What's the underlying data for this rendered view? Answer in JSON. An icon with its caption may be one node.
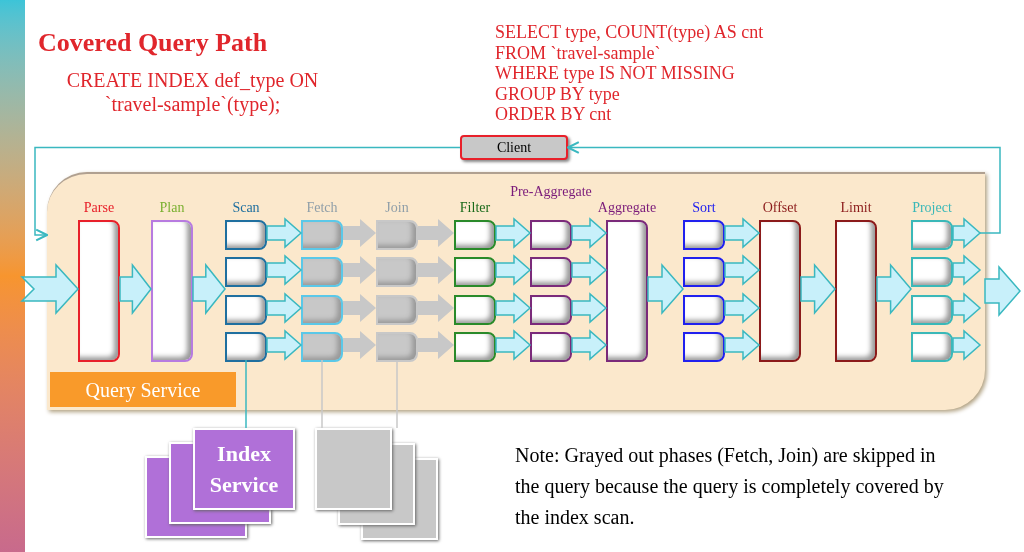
{
  "diagram": {
    "title": "Covered Query Path",
    "nodes": [
      {
        "text": [
          "Client"
        ]
      },
      {
        "text": [
          "Query Service"
        ]
      },
      {
        "text": [
          "Parse"
        ],
        "in": 1
      },
      {
        "text": [
          "Plan"
        ],
        "in": 1
      },
      {
        "text": [
          "Scan"
        ],
        "in": 1
      },
      {
        "text": [],
        "shape": "box",
        "in": 4
      },
      {
        "text": [],
        "shape": "box",
        "in": 4
      },
      {
        "text": [],
        "shape": "box",
        "in": 4
      },
      {
        "text": [],
        "shape": "box",
        "in": 4
      },
      {
        "text": [
          "Fetch"
        ],
        "in": 1
      },
      {
        "text": [],
        "shape": "box",
        "in": 9
      },
      {
        "text": [],
        "shape": "box",
        "in": 9
      },
      {
        "text": [],
        "shape": "box",
        "in": 9
      },
      {
        "text": [],
        "shape": "box",
        "in": 9
      },
      {
        "text": [
          "Join"
        ],
        "in": 1
      },
      {
        "text": [],
        "shape": "box",
        "in": 14
      },
      {
        "text": [],
        "shape": "box",
        "in": 14
      },
      {
        "text": [],
        "shape": "box",
        "in": 14
      },
      {
        "text": [],
        "shape": "box",
        "in": 14
      },
      {
        "text": [
          "Filter"
        ],
        "in": 1
      },
      {
        "text": [],
        "shape": "box",
        "in": 19
      },
      {
        "text": [],
        "shape": "box",
        "in": 19
      },
      {
        "text": [],
        "shape": "box",
        "in": 19
      },
      {
        "text": [],
        "shape": "box",
        "in": 19
      },
      {
        "text": [
          "Pre-Aggregate"
        ],
        "in": 1
      },
      {
        "text": [],
        "shape": "box",
        "in": 24
      },
      {
        "text": [],
        "shape": "box",
        "in": 24
      },
      {
        "text": [],
        "shape": "box",
        "in": 24
      },
      {
        "text": [],
        "shape": "box",
        "in": 24
      },
      {
        "text": [
          "Aggregate"
        ],
        "in": 1
      },
      {
        "text": [
          "Sort"
        ],
        "in": 1
      },
      {
        "text": [],
        "shape": "box",
        "in": 30
      },
      {
        "text": [],
        "shape": "box",
        "in": 30
      },
      {
        "text": [],
        "shape": "box",
        "in": 30
      },
      {
        "text": [],
        "shape": "box",
        "in": 30
      },
      {
        "text": [
          "Offset"
        ],
        "in": 1
      },
      {
        "text": [
          "Limit"
        ],
        "in": 1
      },
      {
        "text": [
          "Project"
        ],
        "in": 1
      },
      {
        "text": [],
        "shape": "box",
        "in": 37
      },
      {
        "text": [],
        "shape": "box",
        "in": 37
      },
      {
        "text": [],
        "shape": "box",
        "in": 37
      },
      {
        "text": [],
        "shape": "box",
        "in": 37
      },
      {
        "text": [
          "Index Service"
        ]
      },
      {
        "text": [],
        "shape": "box"
      },
      {
        "text": [],
        "shape": "bar"
      }
    ],
    "edges": [
      {
        "from": null,
        "to": 2,
        "arrow": "to",
        "style": "thick"
      },
      {
        "from": 2,
        "to": 3,
        "arrow": "to",
        "style": "thick"
      },
      {
        "from": 3,
        "to": 4,
        "arrow": "to",
        "style": "thick"
      },
      {
        "from": 5,
        "to": 10,
        "arrow": "to",
        "style": "thick"
      },
      {
        "from": 6,
        "to": 11,
        "arrow": "to",
        "style": "thick"
      },
      {
        "from": 7,
        "to": 12,
        "arrow": "to",
        "style": "thick"
      },
      {
        "from": 8,
        "to": 13,
        "arrow": "to",
        "style": "thick"
      },
      {
        "from": 10,
        "to": 15,
        "arrow": "to",
        "style": "thick",
        "color": "#c8c8c8"
      },
      {
        "from": 11,
        "to": 16,
        "arrow": "to",
        "style": "thick",
        "color": "#c8c8c8"
      },
      {
        "from": 12,
        "to": 17,
        "arrow": "to",
        "style": "thick",
        "color": "#c8c8c8"
      },
      {
        "from": 13,
        "to": 18,
        "arrow": "to",
        "style": "thick",
        "color": "#c8c8c8"
      },
      {
        "from": 15,
        "to": 20,
        "arrow": "to",
        "style": "thick",
        "color": "#c8c8c8"
      },
      {
        "from": 16,
        "to": 21,
        "arrow": "to",
        "style": "thick",
        "color": "#c8c8c8"
      },
      {
        "from": 17,
        "to": 22,
        "arrow": "to",
        "style": "thick",
        "color": "#c8c8c8"
      },
      {
        "from": 18,
        "to": 23,
        "arrow": "to",
        "style": "thick",
        "color": "#c8c8c8"
      },
      {
        "from": 20,
        "to": 25,
        "arrow": "to",
        "style": "thick"
      },
      {
        "from": 21,
        "to": 26,
        "arrow": "to",
        "style": "thick"
      },
      {
        "from": 22,
        "to": 27,
        "arrow": "to",
        "style": "thick"
      },
      {
        "from": 23,
        "to": 28,
        "arrow": "to",
        "style": "thick"
      },
      {
        "from": 25,
        "to": 29,
        "arrow": "to",
        "style": "thick"
      },
      {
        "from": 26,
        "to": 29,
        "arrow": "to",
        "style": "thick"
      },
      {
        "from": 27,
        "to": 29,
        "arrow": "to",
        "style": "thick"
      },
      {
        "from": 28,
        "to": 29,
        "arrow": "to",
        "style": "thick"
      },
      {
        "from": 29,
        "to": 30,
        "arrow": "to",
        "style": "thick"
      },
      {
        "from": 31,
        "to": 35,
        "arrow": "to",
        "style": "thick"
      },
      {
        "from": 32,
        "to": 35,
        "arrow": "to",
        "style": "thick"
      },
      {
        "from": 33,
        "to": 35,
        "arrow": "to",
        "style": "thick"
      },
      {
        "from": 34,
        "to": 35,
        "arrow": "to",
        "style": "thick"
      },
      {
        "from": 35,
        "to": 36,
        "arrow": "to",
        "style": "thick"
      },
      {
        "from": 36,
        "to": 37,
        "arrow": "to",
        "style": "thick"
      },
      {
        "from": 38,
        "to": null,
        "arrow": "to",
        "style": "thick"
      },
      {
        "from": 39,
        "to": null,
        "arrow": "to",
        "style": "thick"
      },
      {
        "from": 40,
        "to": null,
        "arrow": "to",
        "style": "thick"
      },
      {
        "from": 41,
        "to": null,
        "arrow": "to",
        "style": "thick"
      },
      {
        "from": 1,
        "to": null,
        "arrow": "to",
        "style": "thick"
      },
      {
        "from": 38,
        "to": 0,
        "arrow": "to"
      },
      {
        "from": 0,
        "to": 1,
        "arrow": "to"
      },
      {
        "from": 8,
        "to": 42,
        "arrow": "none"
      },
      {
        "from": 13,
        "to": 43,
        "arrow": "none",
        "color": "#c8c8c8"
      },
      {
        "from": 18,
        "to": 43,
        "arrow": "none",
        "color": "#c8c8c8"
      }
    ],
    "labels": [
      "CREATE INDEX def_type ON `travel-sample`(type);",
      "SELECT type, COUNT(type) AS cnt",
      "FROM `travel-sample`",
      "WHERE type IS NOT MISSING",
      "GROUP BY type",
      "ORDER BY cnt",
      "Note: Grayed out phases (Fetch, Join) are skipped in the query because the query is completely covered by the index scan."
    ]
  }
}
